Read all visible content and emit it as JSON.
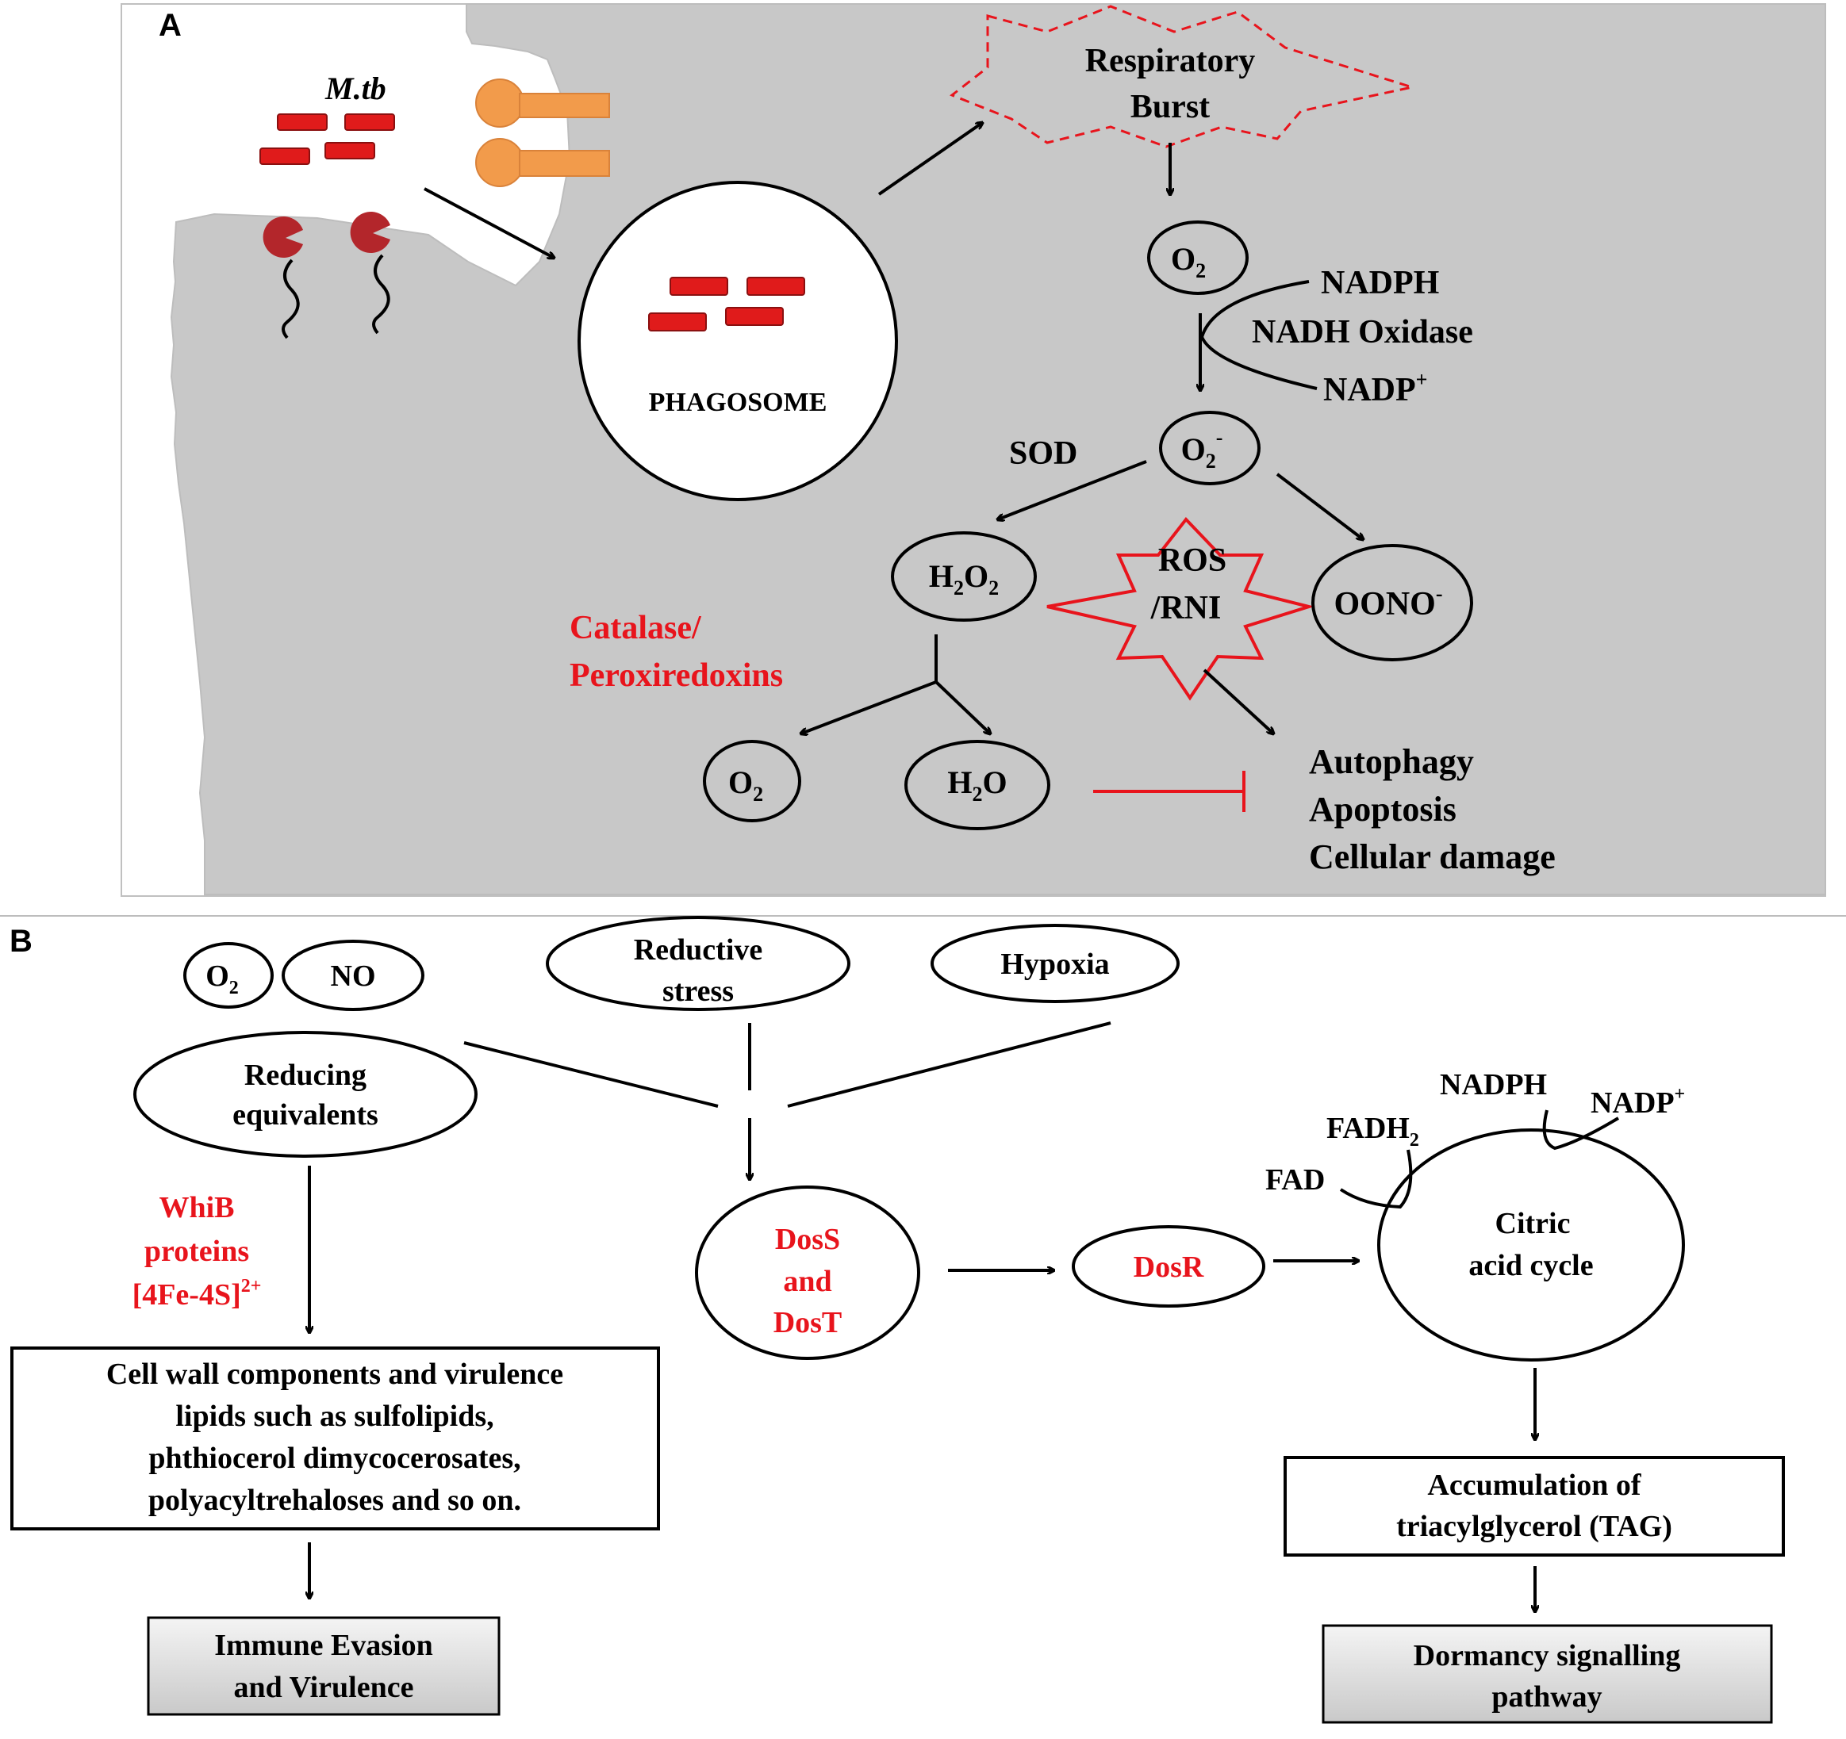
{
  "panel_a": {
    "label": "A",
    "mtb_label": "M.tb",
    "phagosome": "PHAGOSOME",
    "respiratory_burst": [
      "Respiratory",
      "Burst"
    ],
    "o2": {
      "main": "O",
      "sub": "2"
    },
    "nadph": "NADPH",
    "nadh_oxidase": "NADH Oxidase",
    "nadp": {
      "main": "NADP",
      "sup": "+"
    },
    "sod": "SOD",
    "superoxide": {
      "main": "O",
      "sub": "2",
      "sup": "-"
    },
    "h2o2": {
      "a": "H",
      "b": "2",
      "c": "O",
      "d": "2"
    },
    "ros_rni": [
      "ROS",
      "/RNI"
    ],
    "oono": {
      "main": "OONO",
      "sup": "-"
    },
    "catalase": [
      "Catalase/",
      "Peroxiredoxins"
    ],
    "o2_product": {
      "main": "O",
      "sub": "2"
    },
    "h2o": {
      "a": "H",
      "b": "2",
      "c": "O"
    },
    "outcomes": [
      "Autophagy",
      "Apoptosis",
      "Cellular damage"
    ]
  },
  "panel_b": {
    "label": "B",
    "o2": {
      "main": "O",
      "sub": "2"
    },
    "no": "NO",
    "reductive_stress": [
      "Reductive",
      "stress"
    ],
    "hypoxia": "Hypoxia",
    "reducing_equivalents": [
      "Reducing",
      "equivalents"
    ],
    "whib": [
      "WhiB",
      "proteins",
      "[4Fe-4S]",
      "2+"
    ],
    "cell_wall": [
      "Cell wall components and virulence",
      "lipids such as sulfolipids,",
      "phthiocerol dimycocerosates,",
      "polyacyltrehaloses and so on."
    ],
    "immune_evasion": [
      "Immune Evasion",
      "and Virulence"
    ],
    "dos_st": [
      "DosS",
      "and",
      "DosT"
    ],
    "dosr": "DosR",
    "nadph": "NADPH",
    "nadp": {
      "main": "NADP",
      "sup": "+"
    },
    "fadh2": {
      "main": "FADH",
      "sub": "2"
    },
    "fad": "FAD",
    "citric": [
      "Citric",
      "acid cycle"
    ],
    "tag": [
      "Accumulation of",
      "triacylglycerol (TAG)"
    ],
    "dormancy": [
      "Dormancy signalling",
      "pathway"
    ]
  },
  "colors": {
    "red": "#e8141c",
    "gray_bg": "#c8c8c8",
    "bacteria": "#e01b1b",
    "receptor": "#f29b4b",
    "dark_red": "#b3262b"
  }
}
